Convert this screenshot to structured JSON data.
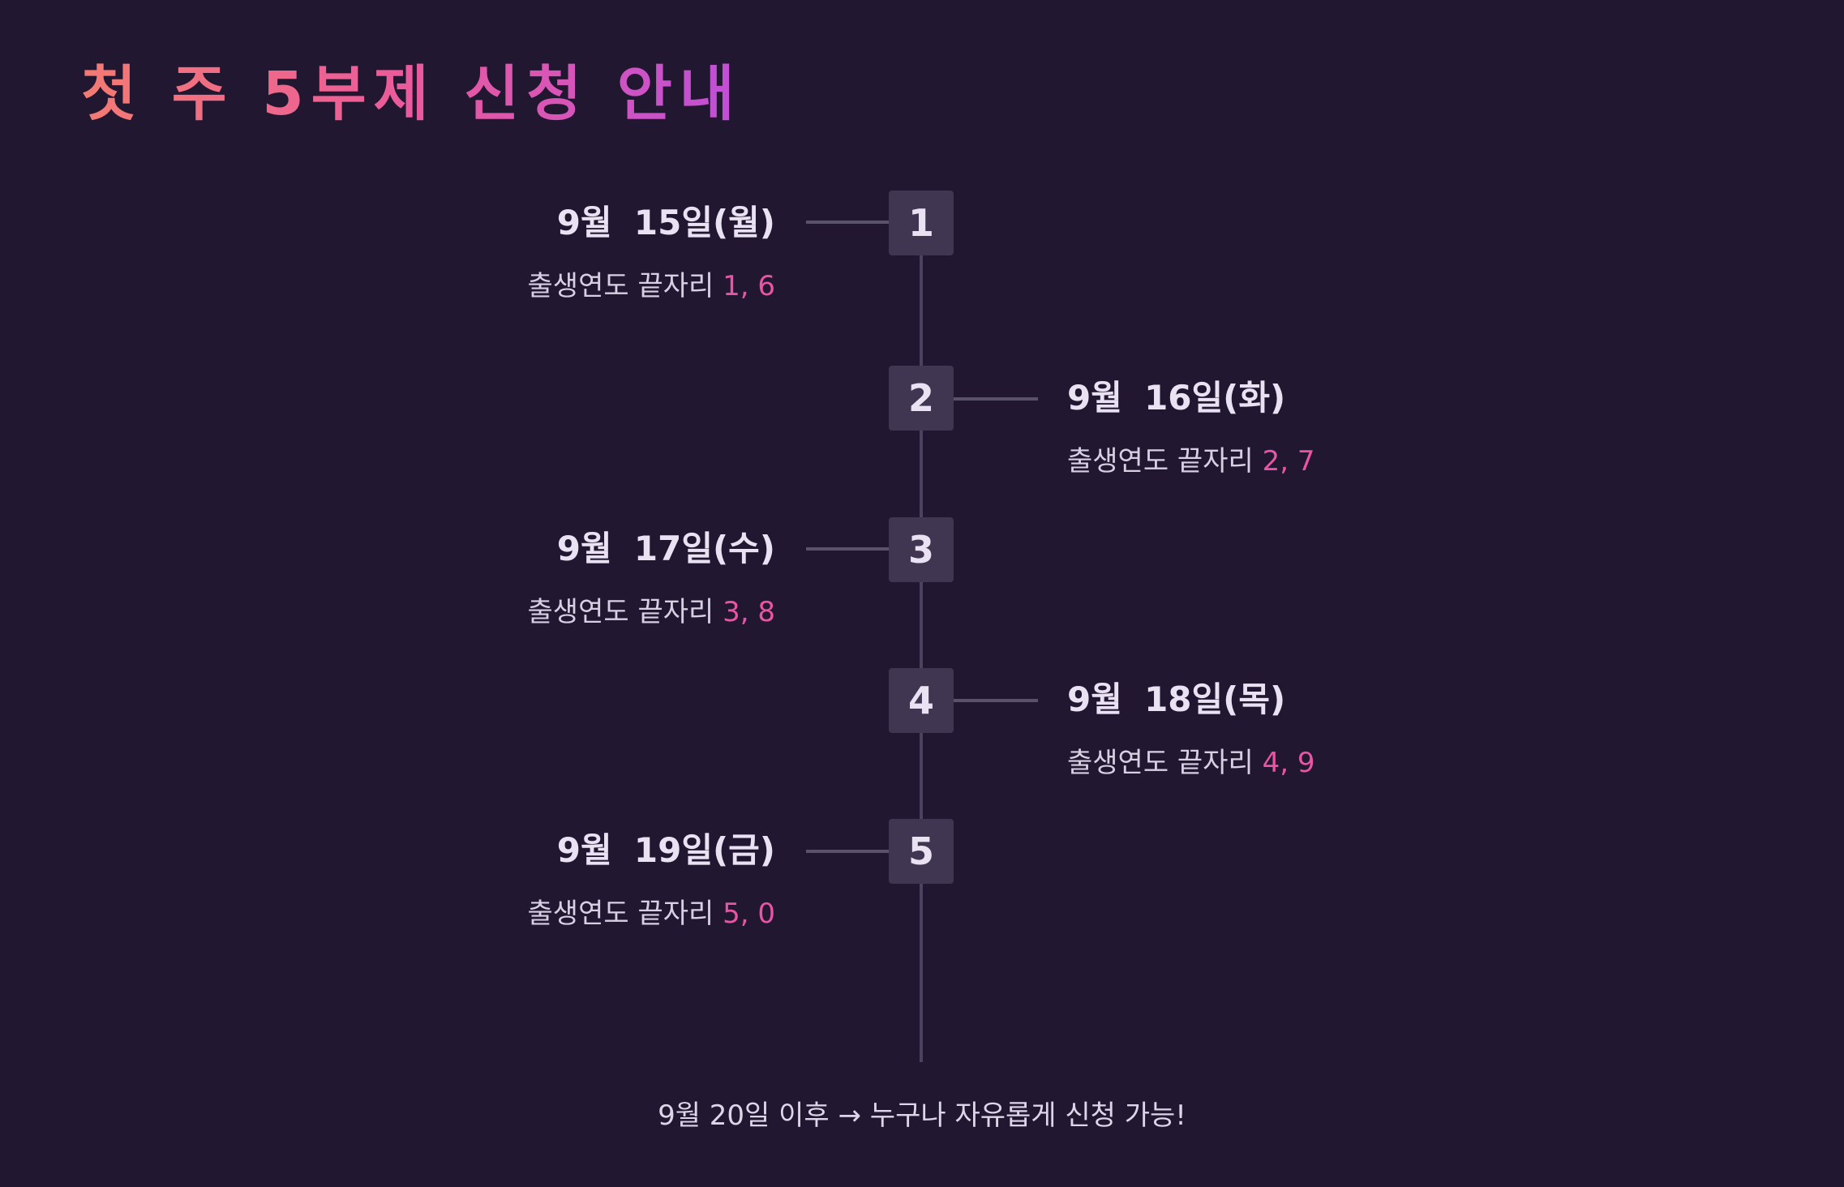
{
  "title": "첫 주 5부제 신청 안내",
  "colors": {
    "background": "#221731",
    "title_gradient": [
      "#f27b73",
      "#ea5a9c",
      "#bf4fd8"
    ],
    "accent": "#e954a4",
    "step_box": "#403651",
    "line": "#4b4260"
  },
  "steps": [
    {
      "number": "1",
      "date": "9월 15일(월)",
      "desc_label": "출생연도 끝자리",
      "digits": "1, 6",
      "side": "left"
    },
    {
      "number": "2",
      "date": "9월 16일(화)",
      "desc_label": "출생연도 끝자리",
      "digits": "2, 7",
      "side": "right"
    },
    {
      "number": "3",
      "date": "9월 17일(수)",
      "desc_label": "출생연도 끝자리",
      "digits": "3, 8",
      "side": "left"
    },
    {
      "number": "4",
      "date": "9월 18일(목)",
      "desc_label": "출생연도 끝자리",
      "digits": "4, 9",
      "side": "right"
    },
    {
      "number": "5",
      "date": "9월 19일(금)",
      "desc_label": "출생연도 끝자리",
      "digits": "5, 0",
      "side": "left"
    }
  ],
  "footer": "9월 20일 이후 → 누구나 자유롭게 신청 가능!"
}
